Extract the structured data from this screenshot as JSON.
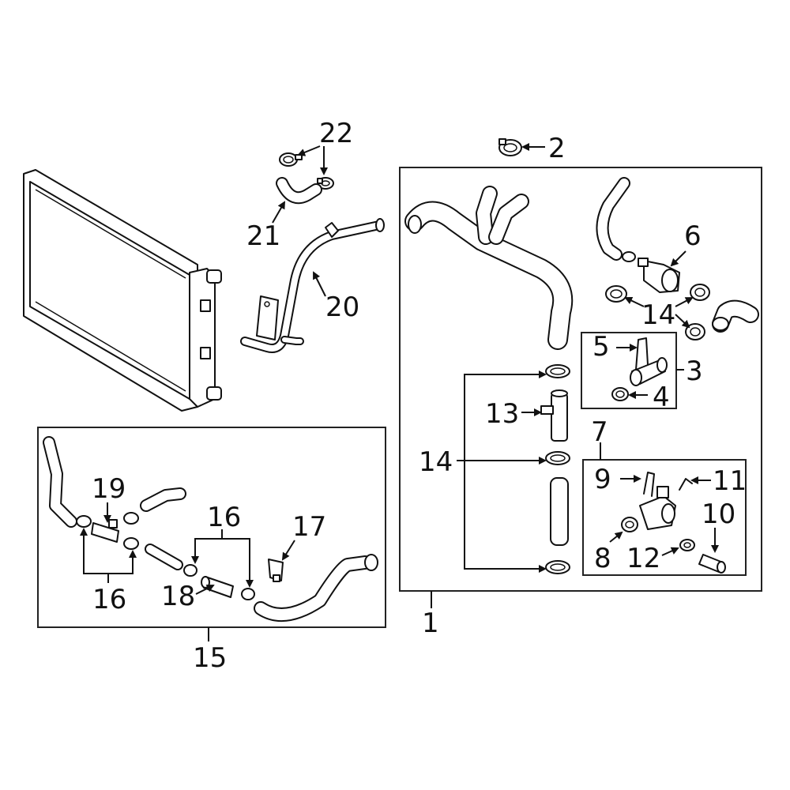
{
  "callouts": {
    "c1": "1",
    "c2": "2",
    "c3": "3",
    "c4": "4",
    "c5": "5",
    "c6": "6",
    "c7": "7",
    "c8": "8",
    "c9": "9",
    "c10": "10",
    "c11": "11",
    "c12": "12",
    "c13": "13",
    "c14a": "14",
    "c14b": "14",
    "c15": "15",
    "c16a": "16",
    "c16b": "16",
    "c17": "17",
    "c18": "18",
    "c19": "19",
    "c20": "20",
    "c21": "21",
    "c22": "22"
  }
}
